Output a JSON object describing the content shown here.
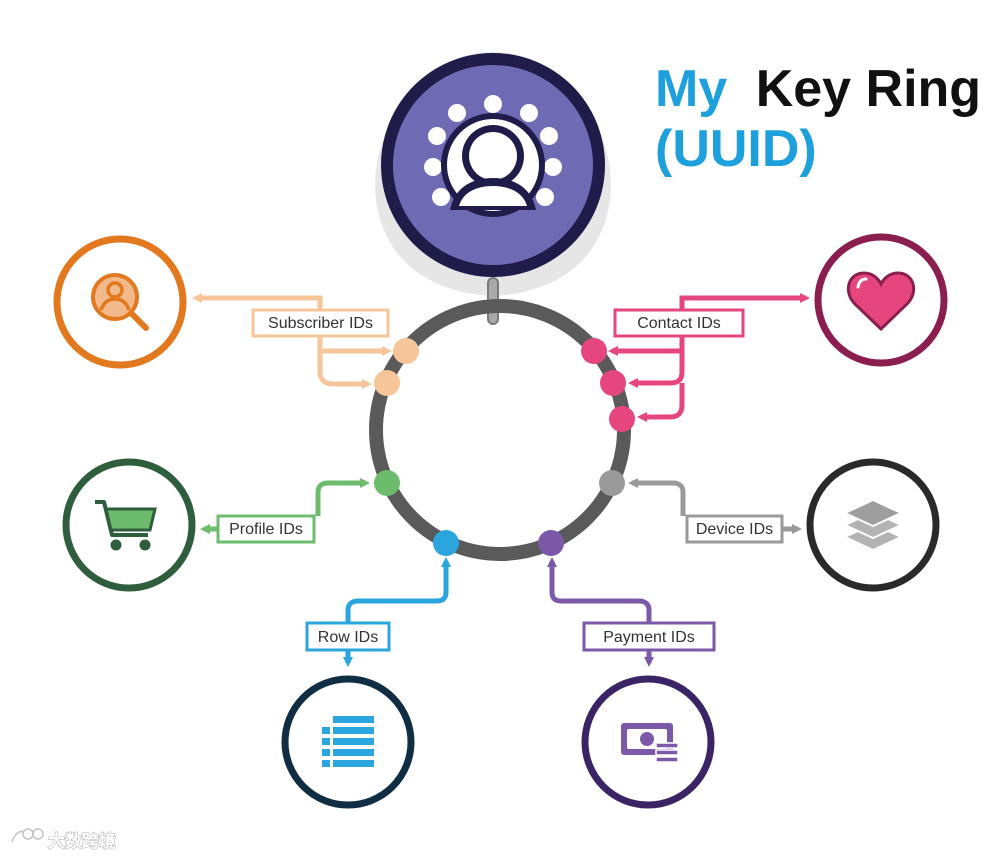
{
  "title": {
    "word1": "My",
    "word2": "Key Ring",
    "line2": "(UUID)"
  },
  "colors": {
    "title_blue": "#1ea0dc",
    "title_dark": "#111111",
    "ring": "#5a5a5a",
    "subscriber": "#f7c59a",
    "subscriber_circle": "#e3791f",
    "contact": "#e6467e",
    "contact_circle": "#8a1f4f",
    "profile": "#6dbc6d",
    "profile_circle": "#2f5e3c",
    "device": "#9a9a9a",
    "device_circle": "#2a2a2a",
    "row": "#2aa5de",
    "row_circle": "#0f2e44",
    "payment": "#7b58a8",
    "payment_circle": "#3b2466",
    "fob": "#6f6ab4",
    "fob_dark": "#1f1c4a"
  },
  "labels": {
    "subscriber": "Subscriber IDs",
    "contact": "Contact IDs",
    "profile": "Profile IDs",
    "device": "Device IDs",
    "row": "Row IDs",
    "payment": "Payment IDs"
  },
  "icons": {
    "subscriber": "person-search-icon",
    "contact": "heart-icon",
    "profile": "shopping-cart-icon",
    "device": "layers-icon",
    "row": "list-rows-icon",
    "payment": "money-bill-icon",
    "key_fob": "user-avatar-icon"
  },
  "watermark": "大数跨境"
}
